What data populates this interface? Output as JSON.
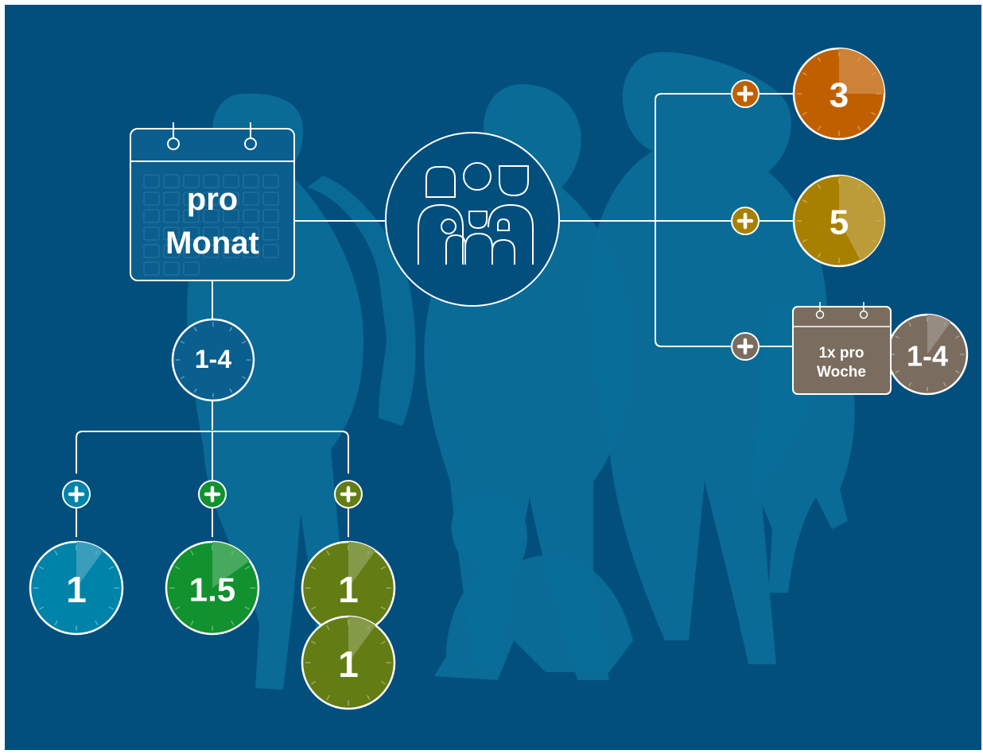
{
  "colors": {
    "background": "#024f7d",
    "silhouette": "#0a6e99",
    "line": "#ffffff",
    "calendar_fill": "#0b5f8e",
    "teal": "#0083a9",
    "green": "#12912f",
    "olive": "#637d15",
    "orange": "#c05f00",
    "mustard": "#a88000",
    "taupe": "#7a6c5e"
  },
  "calendar_main": {
    "line1": "pro",
    "line2": "Monat",
    "icon": "calendar-icon"
  },
  "family_icon": "family-icon",
  "frequency_left": {
    "value": "1-4",
    "icon": "timer-icon"
  },
  "left_branches": [
    {
      "plus_icon": "plus-icon",
      "values": [
        "1"
      ],
      "color_key": "teal",
      "timer_fraction": 0.1
    },
    {
      "plus_icon": "plus-icon",
      "values": [
        "1.5"
      ],
      "color_key": "green",
      "timer_fraction": 0.15
    },
    {
      "plus_icon": "plus-icon",
      "values": [
        "1",
        "1"
      ],
      "color_key": "olive",
      "timer_fraction": 0.1
    }
  ],
  "right_branches": [
    {
      "plus_icon": "plus-icon",
      "value": "3",
      "color_key": "orange",
      "timer_fraction": 0.25
    },
    {
      "plus_icon": "plus-icon",
      "value": "5",
      "color_key": "mustard",
      "timer_fraction": 0.42
    },
    {
      "plus_icon": "plus-icon",
      "value": "1-4",
      "color_key": "taupe",
      "timer_fraction": 0.1,
      "calendar": {
        "line1": "1x pro",
        "line2": "Woche",
        "icon": "calendar-icon"
      }
    }
  ]
}
